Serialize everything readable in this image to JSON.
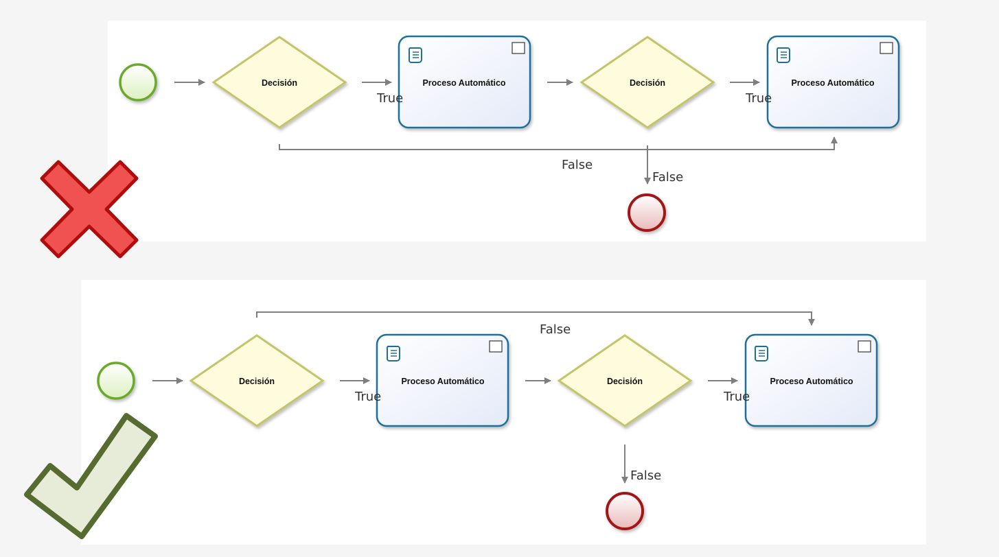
{
  "colors": {
    "background": "#f5f5f5",
    "panel": "#ffffff",
    "flow": "#7f7f7f",
    "start_fill": "#e8f7d3",
    "start_stroke": "#6aaa2c",
    "end_fill": "#f3d6d6",
    "end_stroke": "#a31616",
    "gateway_fill": "#fffbdc",
    "gateway_stroke": "#c4c46a",
    "task_fill": "#eef2fb",
    "task_stroke": "#1f6f9a",
    "wrong": "#f05252",
    "wrong_stroke": "#b10c0c",
    "right_fill": "#e7ecd9",
    "right_stroke": "#556b2f"
  },
  "diagrams": [
    {
      "id": "incorrect",
      "verdict_icon": "red-x-icon",
      "gateway_1_label": "Decisión",
      "task_1_label": "Proceso Automático",
      "gateway_2_label": "Decisión",
      "task_2_label": "Proceso Automático",
      "true_1_label": "True",
      "true_2_label": "True",
      "skip_false_label": "False",
      "end_false_label": "False"
    },
    {
      "id": "correct",
      "verdict_icon": "green-check-icon",
      "gateway_1_label": "Decisión",
      "task_1_label": "Proceso Automático",
      "gateway_2_label": "Decisión",
      "task_2_label": "Proceso Automático",
      "true_1_label": "True",
      "true_2_label": "True",
      "skip_false_label": "False",
      "end_false_label": "False"
    }
  ]
}
